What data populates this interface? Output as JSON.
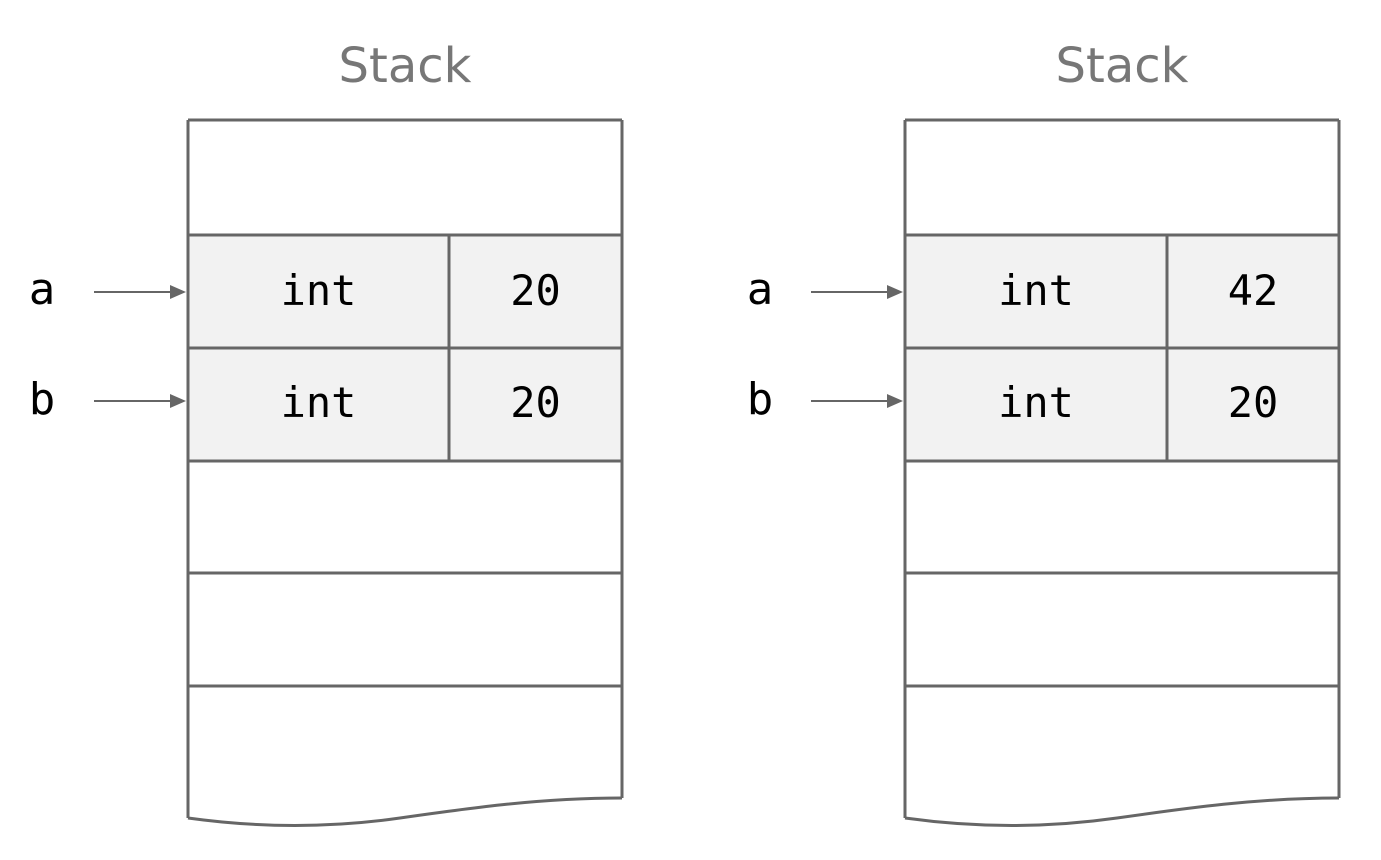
{
  "diagrams": [
    {
      "title": "Stack",
      "rows": [
        {
          "var": "a",
          "type": "int",
          "value": "20"
        },
        {
          "var": "b",
          "type": "int",
          "value": "20"
        }
      ]
    },
    {
      "title": "Stack",
      "rows": [
        {
          "var": "a",
          "type": "int",
          "value": "42"
        },
        {
          "var": "b",
          "type": "int",
          "value": "20"
        }
      ]
    }
  ],
  "colors": {
    "line": "#666666",
    "filled_cell": "#f2f2f2",
    "title": "#777777"
  }
}
